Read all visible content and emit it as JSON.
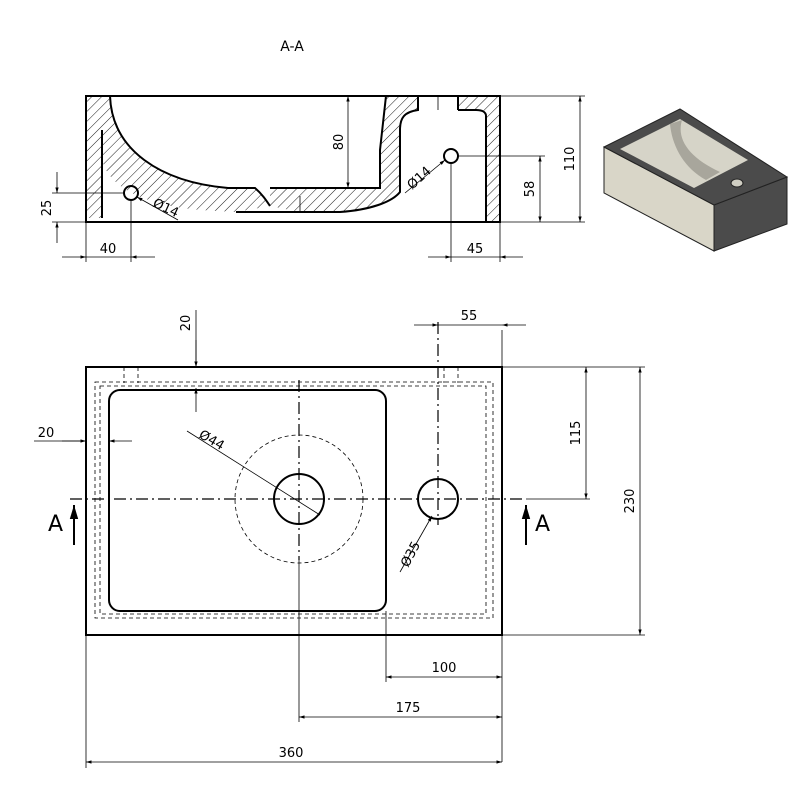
{
  "section": {
    "title": "A-A",
    "labels": {
      "depth_inner": "80",
      "height_total": "110",
      "hole_height": "58",
      "drain_height": "25",
      "drain_offset": "40",
      "hole_offset": "45",
      "drain_dia": "Ø14",
      "tap_dia": "Ø14"
    }
  },
  "plan": {
    "labels": {
      "wall_top": "20",
      "wall_left": "20",
      "drain_dia": "Ø44",
      "tap_dia": "Ø35",
      "tap_offset": "55",
      "tap_center_y": "115",
      "depth": "230",
      "shelf_width": "100",
      "drain_from_right": "175",
      "length": "360"
    },
    "section_mark_left": "A",
    "section_mark_right": "A"
  },
  "iso": {
    "colors": {
      "side": "#d9d6c8",
      "top_rim": "#4b4b4b",
      "bowl": "#d6d4c8",
      "bowl_dark": "#a8a69c"
    }
  }
}
